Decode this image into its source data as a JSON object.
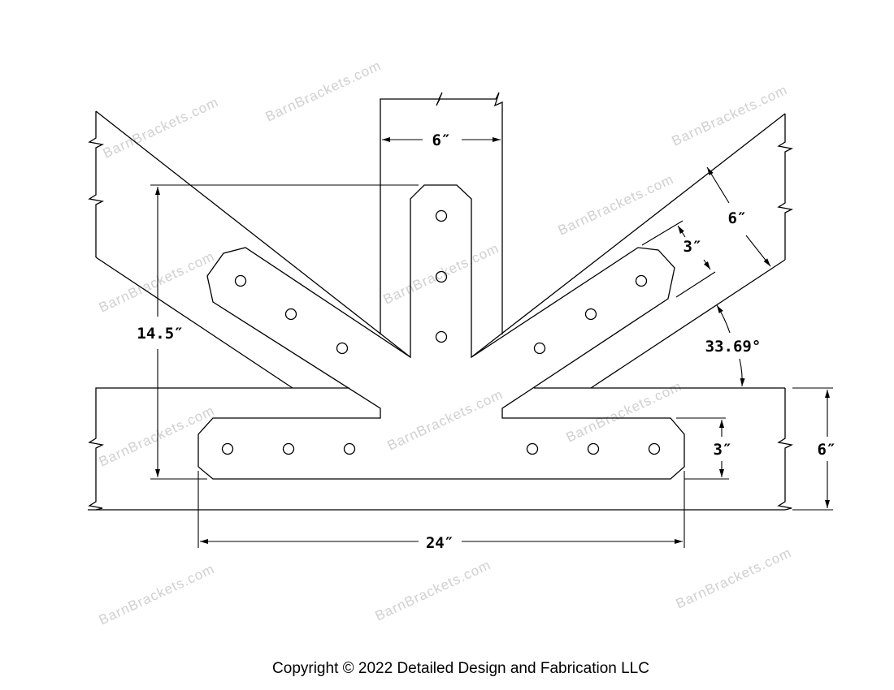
{
  "dimensions": {
    "post_width": "6″",
    "height": "14.5″",
    "rafter_depth": "6″",
    "rafter_plate_width": "3″",
    "angle": "33.69°",
    "plate_width": "3″",
    "beam_depth": "6″",
    "length": "24″"
  },
  "watermark": "BarnBrackets.com",
  "copyright": "Copyright © 2022 Detailed Design and Fabrication LLC"
}
